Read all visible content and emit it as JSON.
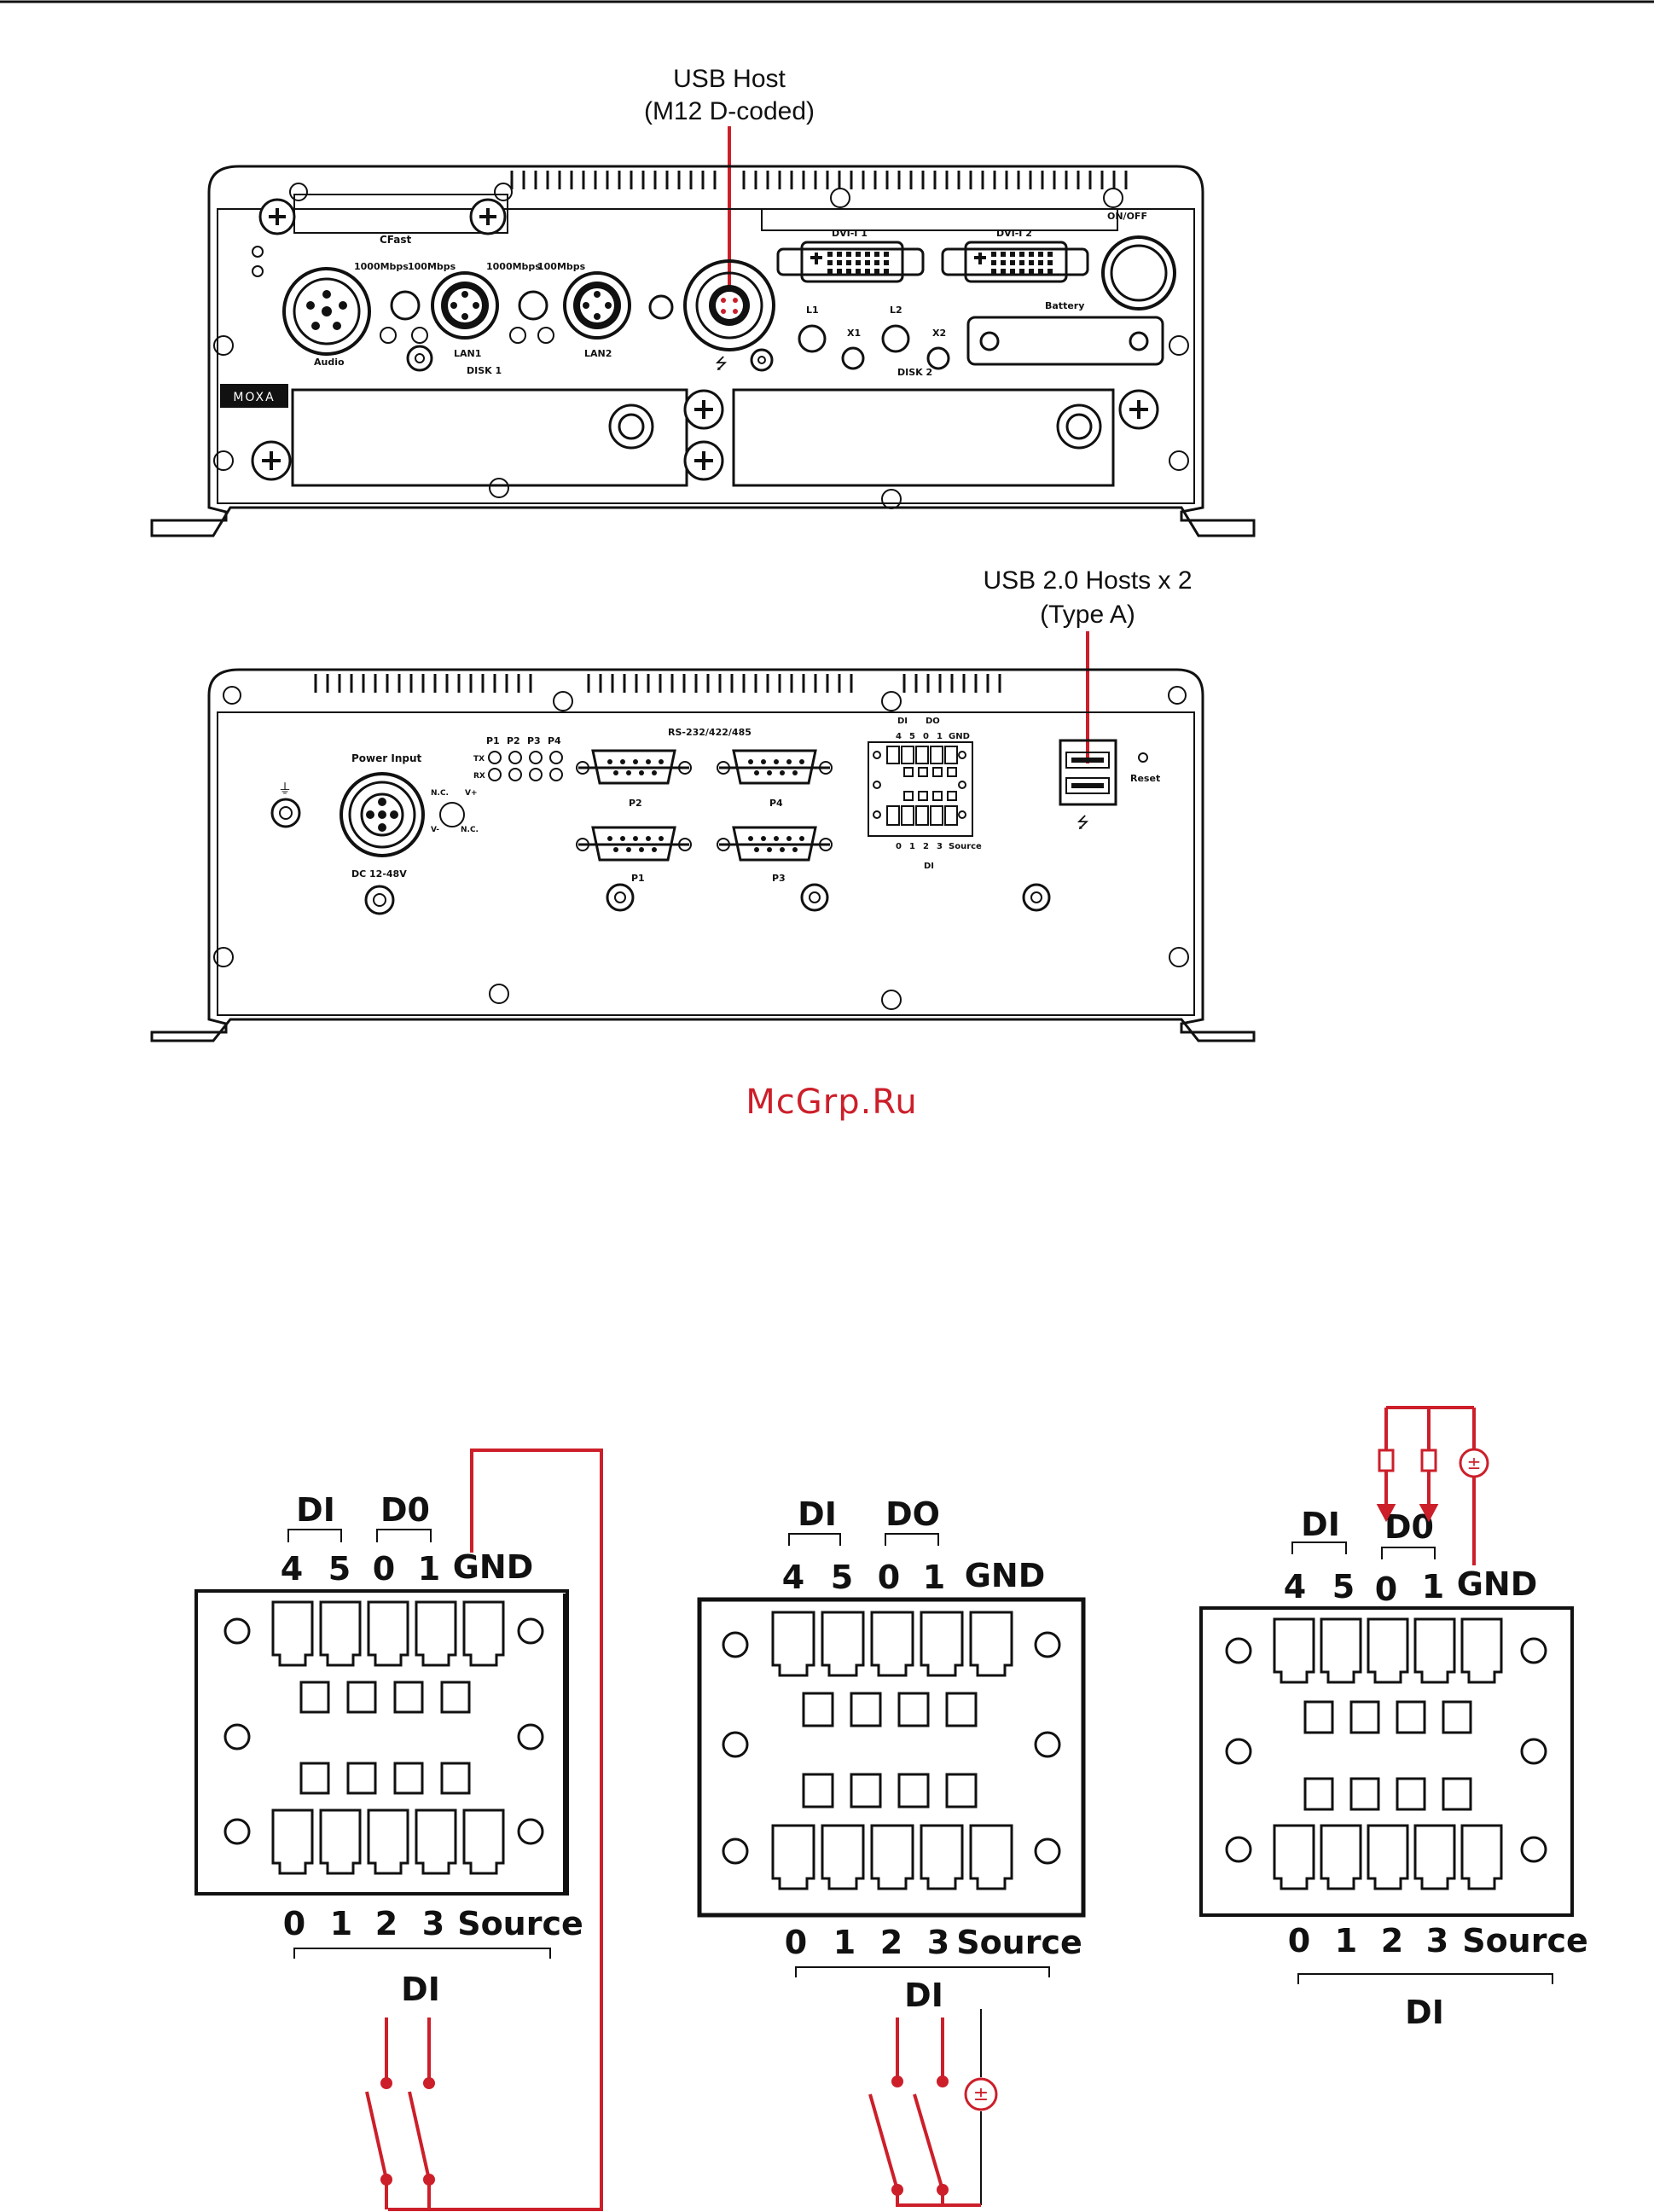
{
  "callouts": {
    "front": {
      "line1": "USB Host",
      "line2": "(M12 D-coded)"
    },
    "rear": {
      "line1": "USB 2.0 Hosts x 2",
      "line2": "(Type A)"
    }
  },
  "front_panel": {
    "cfast": "CFast",
    "mbps_1000_a": "1000Mbps",
    "mbps_100_a": "100Mbps",
    "mbps_1000_b": "1000Mbps",
    "mbps_100_b": "100Mbps",
    "audio": "Audio",
    "lan1": "LAN1",
    "lan2": "LAN2",
    "disk1": "DISK 1",
    "disk2": "DISK 2",
    "dvi1": "DVI-I 1",
    "dvi2": "DVI-I 2",
    "onoff": "ON/OFF",
    "battery": "Battery",
    "l1": "L1",
    "l2": "L2",
    "x1": "X1",
    "x2": "X2",
    "brand": "MOXA"
  },
  "rear_panel": {
    "power_input": "Power Input",
    "dc": "DC  12-48V",
    "p1": "P1",
    "p2": "P2",
    "p3": "P3",
    "p4": "P4",
    "tx": "TX",
    "rx": "RX",
    "serial_title": "RS-232/422/485",
    "nc": "N.C.",
    "vplus": "V+",
    "vminus": "V-",
    "di": "DI",
    "do": "DO",
    "gnd": "GND",
    "source": "Source",
    "reset": "Reset",
    "io_nums": [
      "4",
      "5",
      "0",
      "1"
    ],
    "di_nums": [
      "0",
      "1",
      "2",
      "3"
    ]
  },
  "watermark": "McGrp.Ru",
  "wiring": [
    {
      "di": "DI",
      "do": "D0",
      "top_nums": [
        "4",
        "5",
        "0",
        "1"
      ],
      "gnd": "GND",
      "bottom_nums": [
        "0",
        "1",
        "2",
        "3"
      ],
      "source": "Source",
      "bottom_di": "DI"
    },
    {
      "di": "DI",
      "do": "DO",
      "top_nums": [
        "4",
        "5",
        "0",
        "1"
      ],
      "gnd": "GND",
      "bottom_nums": [
        "0",
        "1",
        "2",
        "3"
      ],
      "source": "Source",
      "bottom_di": "DI"
    },
    {
      "di": "DI",
      "do": "D0",
      "top_nums": [
        "4",
        "5",
        "0",
        "1"
      ],
      "gnd": "GND",
      "bottom_nums": [
        "0",
        "1",
        "2",
        "3"
      ],
      "source": "Source",
      "bottom_di": "DI"
    }
  ],
  "colors": {
    "accent": "#cc1f2a",
    "line": "#111111"
  }
}
